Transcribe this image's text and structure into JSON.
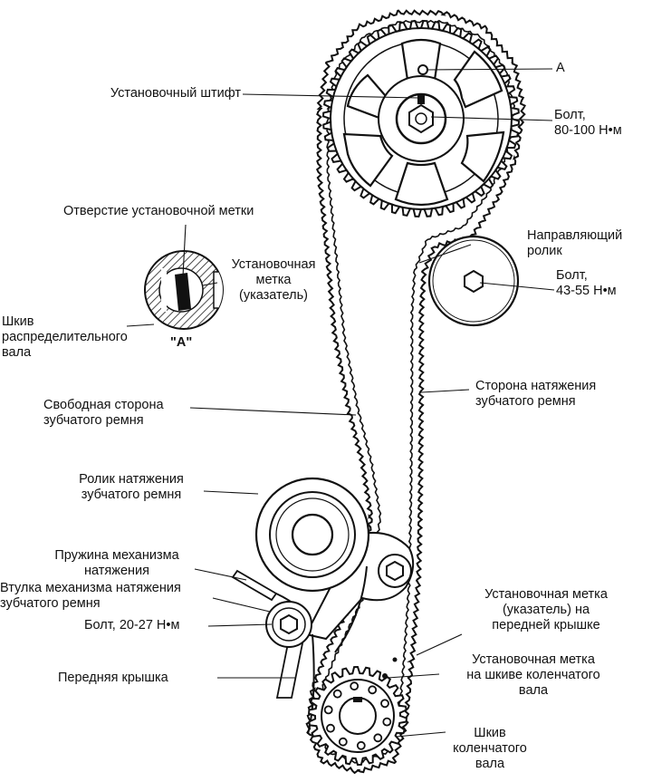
{
  "labels": {
    "a_top": "A",
    "pin": "Установочный штифт",
    "cam_bolt": "Болт,\n80-100 Н•м",
    "mark_hole": "Отверстие установочной метки",
    "mark_pointer": "Установочная\nметка\n(указатель)",
    "cam_pulley": "Шкив\nраспределительного\nвала",
    "a_detail": "\"A\"",
    "idler": "Направляющий\nролик",
    "idler_bolt": "Болт,\n43-55 Н•м",
    "tension_side": "Сторона натяжения\nзубчатого ремня",
    "slack_side": "Свободная сторона\nзубчатого ремня",
    "tensioner": "Ролик натяжения\nзубчатого ремня",
    "spring": "Пружина механизма\nнатяжения",
    "sleeve": "Втулка механизма натяжения\nзубчатого ремня",
    "bolt_small": "Болт, 20-27 Н•м",
    "front_cover_mark": "Установочная метка\n(указатель) на\nпередней крышке",
    "front_cover": "Передняя крышка",
    "crank_mark": "Установочная метка\nна шкиве коленчатого\nвала",
    "crank_pulley": "Шкив\nколенчатого\nвала"
  },
  "colors": {
    "ink": "#111111",
    "hatch": "#222222"
  }
}
